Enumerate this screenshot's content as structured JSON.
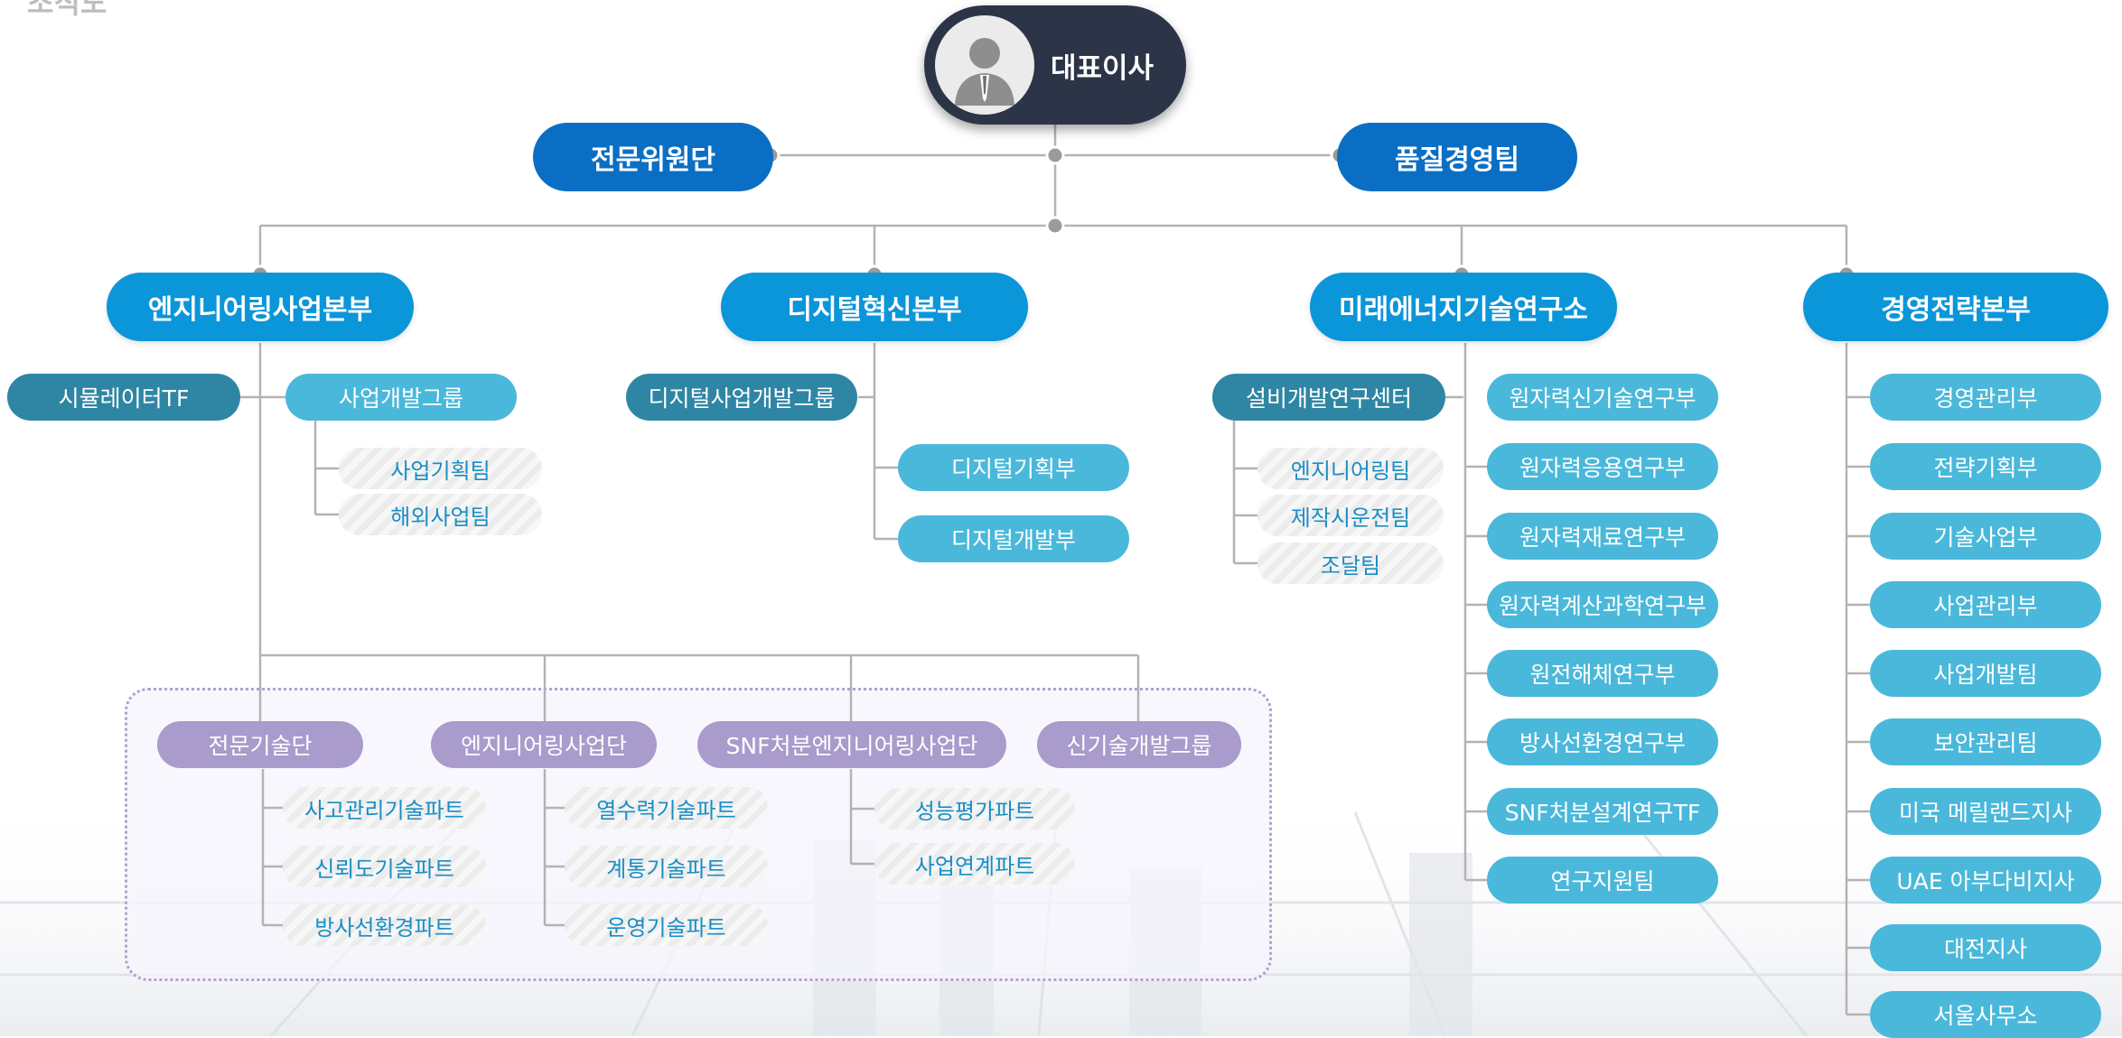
{
  "header": {
    "title": "조직도"
  },
  "ceo": {
    "label": "대표이사",
    "icon": "person-icon"
  },
  "top": {
    "left": "전문위원단",
    "right": "품질경영팀"
  },
  "departments": {
    "engineering": "엔지니어링사업본부",
    "digital": "디지털혁신본부",
    "future": "미래에너지기술연구소",
    "management": "경영전략본부"
  },
  "engineering": {
    "simulator": "시뮬레이터TF",
    "bizdev": "사업개발그룹",
    "bizdev_teams": [
      "사업기획팀",
      "해외사업팀"
    ]
  },
  "digital": {
    "group": "디지털사업개발그룹",
    "units": [
      "디지털기획부",
      "디지털개발부"
    ]
  },
  "future": {
    "center": "설비개발연구센터",
    "center_teams": [
      "엔지니어링팀",
      "제작시운전팀",
      "조달팀"
    ],
    "labs": [
      "원자력신기술연구부",
      "원자력응용연구부",
      "원자력재료연구부",
      "원자력계산과학연구부",
      "원전해체연구부",
      "방사선환경연구부",
      "SNF처분설계연구TF",
      "연구지원팀"
    ]
  },
  "management": {
    "units": [
      "경영관리부",
      "전략기획부",
      "기술사업부",
      "사업관리부",
      "사업개발팀",
      "보안관리팀",
      "미국 메릴랜드지사",
      "UAE 아부다비지사",
      "대전지사",
      "서울사무소"
    ]
  },
  "eng_groups": [
    {
      "name": "전문기술단",
      "parts": [
        "사고관리기술파트",
        "신뢰도기술파트",
        "방사선환경파트"
      ]
    },
    {
      "name": "엔지니어링사업단",
      "parts": [
        "열수력기술파트",
        "계통기술파트",
        "운영기술파트"
      ]
    },
    {
      "name": "SNF처분엔지니어링사업단",
      "parts": [
        "성능평가파트",
        "사업연계파트"
      ]
    },
    {
      "name": "신기술개발그룹",
      "parts": []
    }
  ],
  "colors": {
    "ceo_bg": "#2c3547",
    "top_blue": "#0a6fc4",
    "dept_blue": "#0a96d9",
    "teal": "#2f86a4",
    "light_blue": "#4ab8da",
    "purple": "#a99bcb",
    "stripe_text": "#1a8ec4",
    "connector": "#b3b3b3"
  }
}
